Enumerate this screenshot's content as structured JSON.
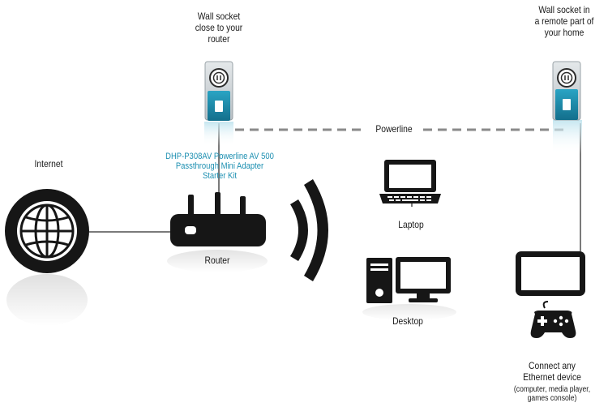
{
  "labels": {
    "wall_socket_router": "Wall socket\nclose to your\nrouter",
    "wall_socket_remote": "Wall socket in\na remote part of\nyour home",
    "powerline": "Powerline",
    "adapter_kit": "DHP-P308AV Powerline AV 500\nPassthrough Mini Adapter\nStarter Kit",
    "internet": "Internet",
    "router": "Router",
    "laptop": "Laptop",
    "desktop": "Desktop",
    "connect_any": "Connect any\nEthernet device",
    "connect_examples": "(computer, media player,\ngames console)"
  },
  "colors": {
    "device": "#161616",
    "teal": "#1c8fb1",
    "adapter_grey": "#c9cfd3",
    "line": "#7a7a7a"
  },
  "icons": [
    "globe-icon",
    "router-icon",
    "wifi-waves-icon",
    "laptop-icon",
    "desktop-icon",
    "monitor-icon",
    "gamepad-icon",
    "powerline-adapter-icon"
  ]
}
